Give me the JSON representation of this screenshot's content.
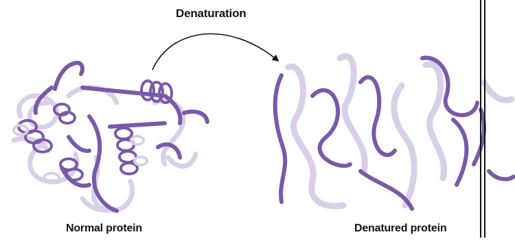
{
  "diagram": {
    "process_label": "Denaturation",
    "left_label": "Normal protein",
    "right_label": "Denatured protein",
    "colors": {
      "strand_dark": "#7a5aa8",
      "strand_light": "#d9cfe8",
      "arrow": "#111111",
      "border": "#111111",
      "background": "#ffffff"
    }
  }
}
